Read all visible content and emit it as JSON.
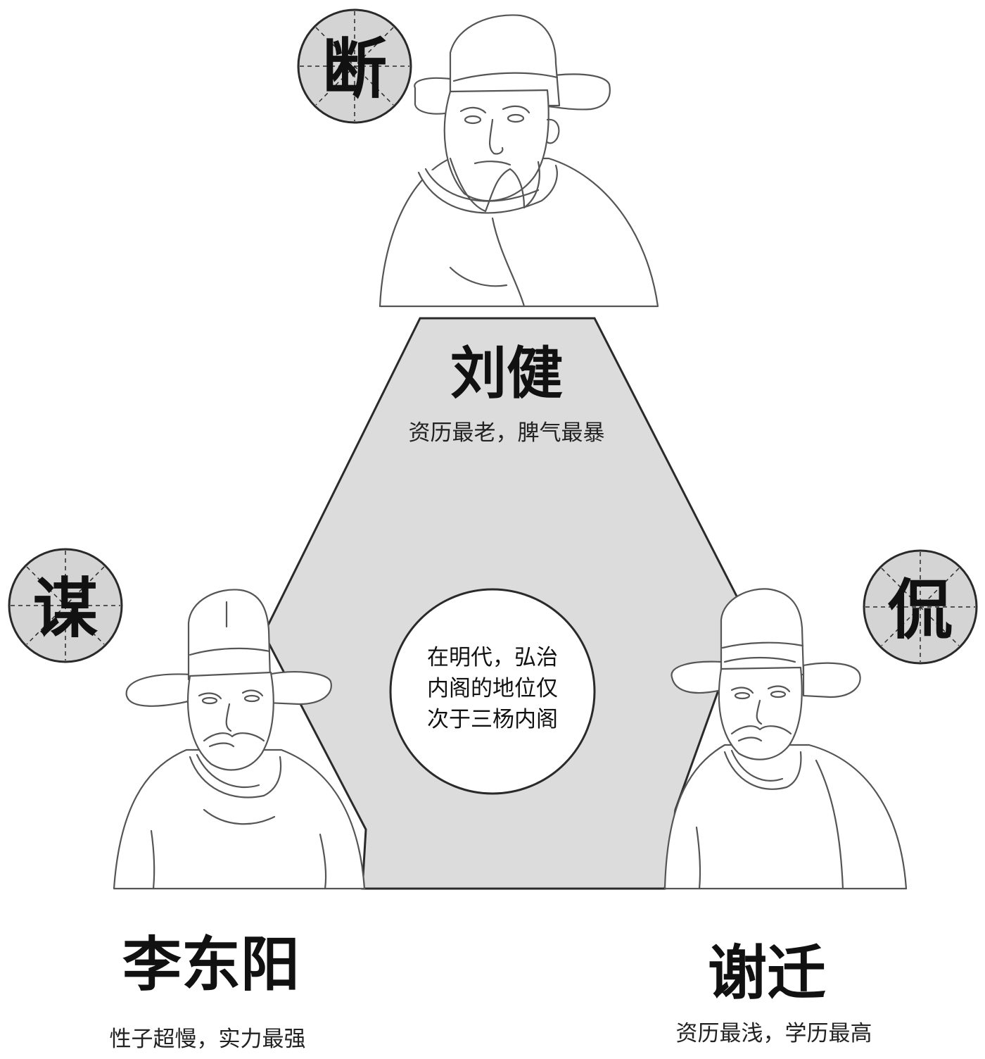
{
  "colors": {
    "panel_fill": "#dcdcdc",
    "badge_fill": "#d4d4d4",
    "stroke": "#2a2a2a",
    "line_art": "#555555"
  },
  "center_note": {
    "lines": [
      "在明代，弘治",
      "内阁的地位仅",
      "次于三杨内阁"
    ]
  },
  "figures": [
    {
      "id": "liu-jian",
      "trait": "断",
      "name": "刘健",
      "description": "资历最老，脾气最暴"
    },
    {
      "id": "li-dongyang",
      "trait": "谋",
      "name": "李东阳",
      "description": "性子超慢，实力最强"
    },
    {
      "id": "xie-qian",
      "trait": "侃",
      "name": "谢迁",
      "description": "资历最浅，学历最高"
    }
  ]
}
